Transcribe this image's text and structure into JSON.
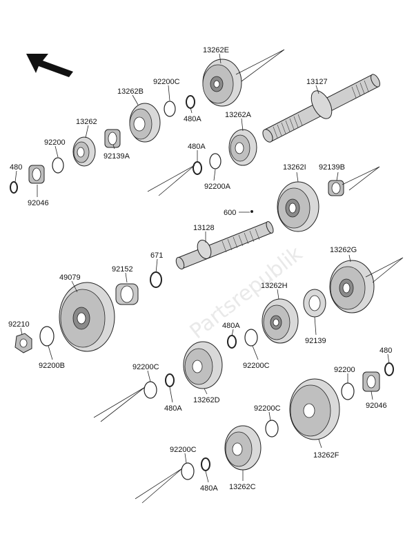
{
  "watermark": "Partsrepublik",
  "labels": {
    "p13262E": "13262E",
    "p13262B": "13262B",
    "p92200C_a": "92200C",
    "p13127": "13127",
    "p13262": "13262",
    "p480A_a": "480A",
    "p13262A": "13262A",
    "p92200_a": "92200",
    "p92139A": "92139A",
    "p480_a": "480",
    "p92046_a": "92046",
    "p480A_b": "480A",
    "p92200A": "92200A",
    "p13262I": "13262I",
    "p92139B": "92139B",
    "p600": "600",
    "p13128": "13128",
    "p671": "671",
    "p92152": "92152",
    "p49079": "49079",
    "p13262G": "13262G",
    "p13262H": "13262H",
    "p92210": "92210",
    "p480A_c": "480A",
    "p92139": "92139",
    "p92200B": "92200B",
    "p92200C_b": "92200C",
    "p92200C_c": "92200C",
    "p480_b": "480",
    "p92200_b": "92200",
    "p480A_d": "480A",
    "p13262D": "13262D",
    "p92046_b": "92046",
    "p92200C_d": "92200C",
    "p13262F": "13262F",
    "p92200C_e": "92200C",
    "p480A_e": "480A",
    "p13262C": "13262C"
  }
}
